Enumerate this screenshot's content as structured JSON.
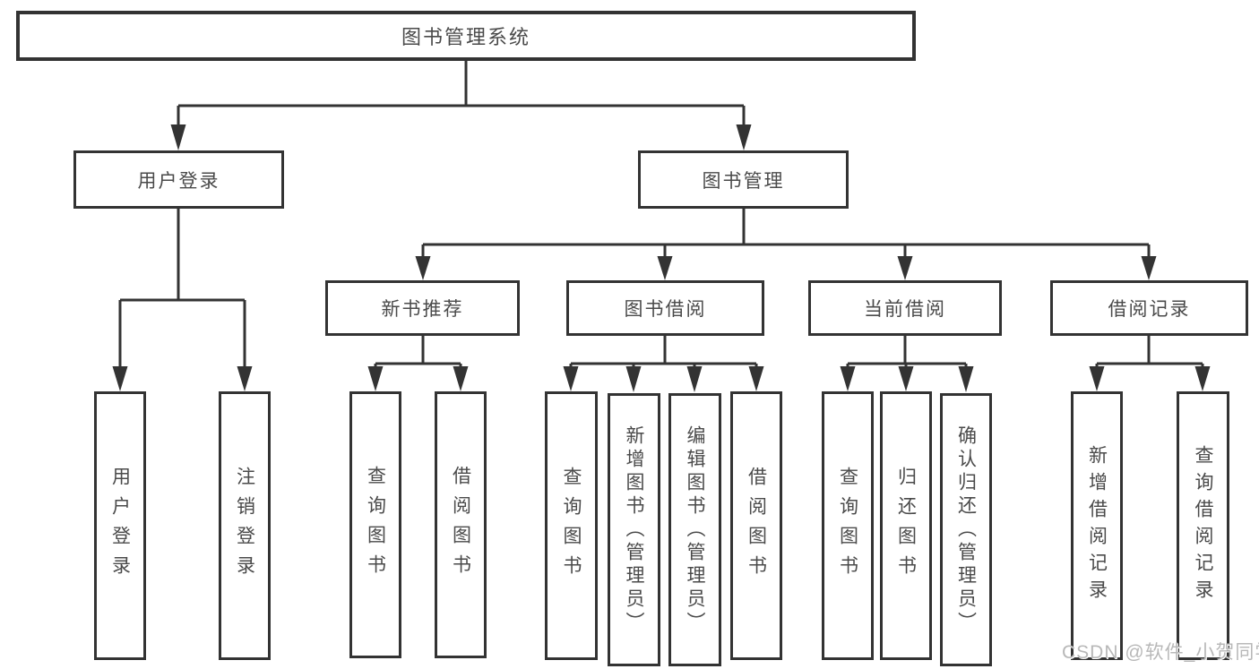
{
  "tree": {
    "root": {
      "label": "图书管理系统"
    },
    "branches": [
      {
        "label": "用户登录",
        "children": [
          {
            "label": "用户登录"
          },
          {
            "label": "注销登录"
          }
        ]
      },
      {
        "label": "图书管理",
        "children": [
          {
            "label": "新书推荐",
            "children": [
              {
                "label": "查询图书"
              },
              {
                "label": "借阅图书"
              }
            ]
          },
          {
            "label": "图书借阅",
            "children": [
              {
                "label": "查询图书"
              },
              {
                "label": "新增图书（管理员）"
              },
              {
                "label": "编辑图书（管理员）"
              },
              {
                "label": "借阅图书"
              }
            ]
          },
          {
            "label": "当前借阅",
            "children": [
              {
                "label": "查询图书"
              },
              {
                "label": "归还图书"
              },
              {
                "label": "确认归还（管理员）"
              }
            ]
          },
          {
            "label": "借阅记录",
            "children": [
              {
                "label": "新增借阅记录"
              },
              {
                "label": "查询借阅记录"
              }
            ]
          }
        ]
      }
    ]
  },
  "watermark": {
    "text": "CSDN @软件_小贺同学"
  },
  "colors": {
    "line": "#333333",
    "box_border": "#333333",
    "text": "#4a4a4a",
    "watermark": "#b8b8b8",
    "background": "#ffffff"
  }
}
